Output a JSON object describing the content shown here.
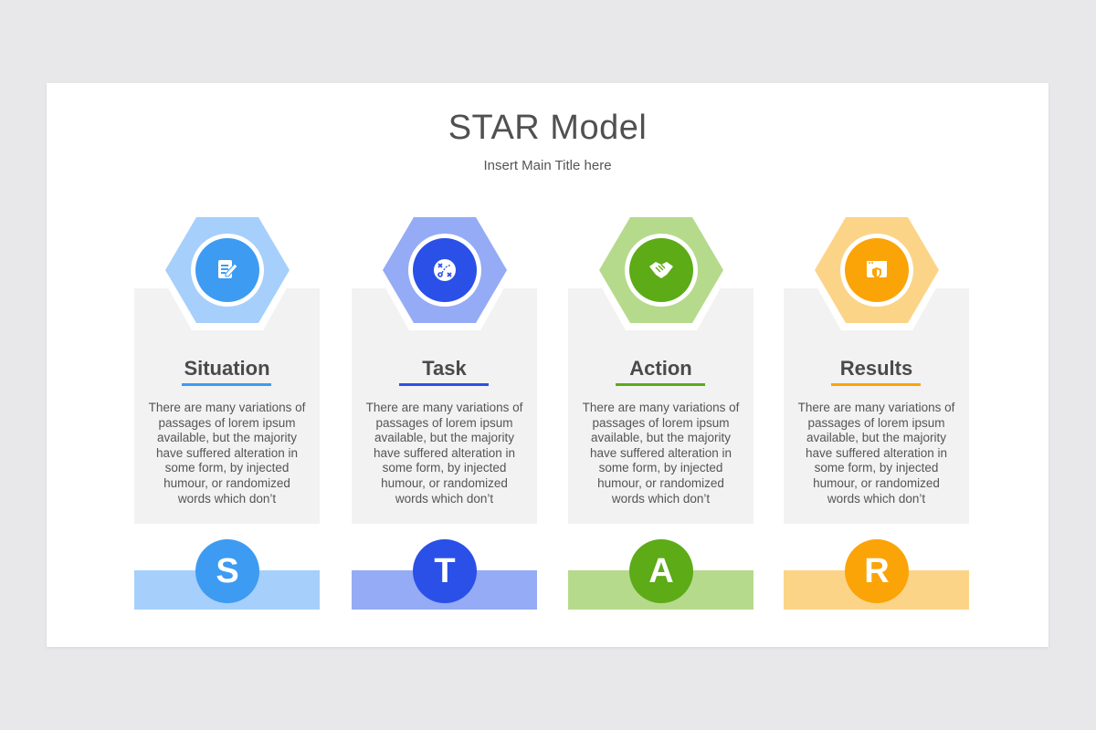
{
  "header": {
    "title": "STAR Model",
    "subtitle": "Insert Main Title here"
  },
  "steps": [
    {
      "heading": "Situation",
      "letter": "S",
      "icon": "document-edit-icon",
      "hex_color": "#a6cffb",
      "accent": "#3d9bf2",
      "bar_color": "#a6cffb",
      "body_lines": [
        "There are many variations of",
        "passages of lorem ipsum",
        "available, but the majority",
        "have suffered alteration in",
        "some form, by injected",
        "humour, or randomized",
        "words which don’t"
      ]
    },
    {
      "heading": "Task",
      "letter": "T",
      "icon": "strategy-icon",
      "hex_color": "#95abf5",
      "accent": "#2a50e8",
      "bar_color": "#95abf5",
      "body_lines": [
        "There are many variations of",
        "passages of lorem ipsum",
        "available, but the majority",
        "have suffered alteration in",
        "some form, by injected",
        "humour, or randomized",
        "words which don’t"
      ]
    },
    {
      "heading": "Action",
      "letter": "A",
      "icon": "handshake-icon",
      "hex_color": "#b5da8c",
      "accent": "#5cab17",
      "bar_color": "#b5da8c",
      "body_lines": [
        "There are many variations of",
        "passages of lorem ipsum",
        "available, but the majority",
        "have suffered alteration in",
        "some form, by injected",
        "humour, or randomized",
        "words which don’t"
      ]
    },
    {
      "heading": "Results",
      "letter": "R",
      "icon": "web-shield-icon",
      "hex_color": "#fcd488",
      "accent": "#fba408",
      "bar_color": "#fcd488",
      "body_lines": [
        "There are many variations of",
        "passages of lorem ipsum",
        "available, but the majority",
        "have suffered alteration in",
        "some form, by injected",
        "humour, or randomized",
        "words which don’t"
      ]
    }
  ]
}
